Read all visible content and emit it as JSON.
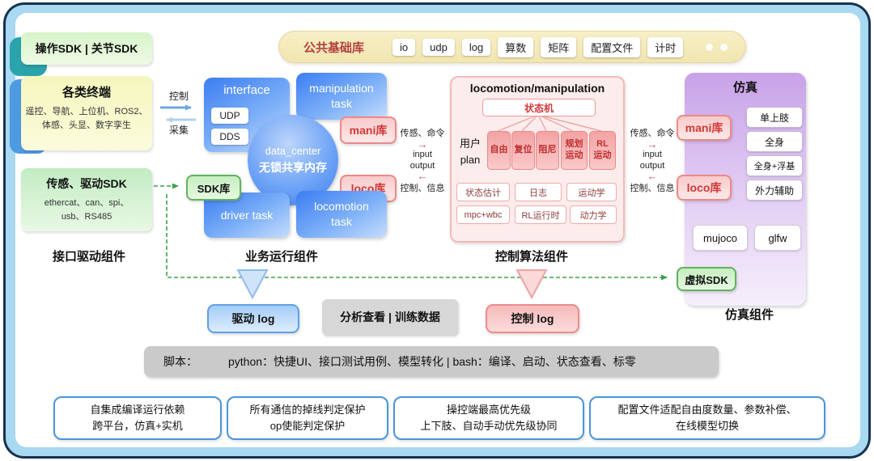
{
  "header": {
    "op_sdk_label": "操作SDK | 关节SDK",
    "common_lib": {
      "label": "公共基础库",
      "chips": [
        "io",
        "udp",
        "log",
        "算数",
        "矩阵",
        "配置文件",
        "计时"
      ]
    }
  },
  "interface_drive": {
    "terminals": {
      "title": "各类终端",
      "desc": "遥控、导航、上位机、ROS2、\n体感、头显、数字孪生"
    },
    "control_arrow_label": "控制",
    "collect_arrow_label": "采集",
    "sensor_sdk": {
      "title": "传感、驱动SDK",
      "desc": "ethercat、can、spi、\nusb、RS485"
    },
    "section_label": "接口驱动组件"
  },
  "business": {
    "interface_box": {
      "title": "interface",
      "chips": [
        "UDP",
        "DDS"
      ]
    },
    "data_center": {
      "name": "data_center",
      "subtitle": "无锁共享内存"
    },
    "driver_task": "driver task",
    "manipulation_task": "manipulation task",
    "locomotion_task": "locomotion task",
    "sdk_lib": "SDK库",
    "mani_lib": "mani库",
    "loco_lib": "loco库",
    "section_label": "业务运行组件"
  },
  "io_left": {
    "top": "传感、命令",
    "input": "input",
    "output": "output",
    "bottom": "控制、信息"
  },
  "io_right": {
    "top": "传感、命令",
    "input": "input",
    "output": "output",
    "bottom": "控制、信息"
  },
  "control_algo": {
    "title": "locomotion/manipulation",
    "state_machine": "状态机",
    "user_plan": "用户\nplan",
    "modes": [
      "自由",
      "复位",
      "阻尼",
      "规划\n运动",
      "RL\n运动"
    ],
    "modules_row1": [
      "状态估计",
      "日志",
      "运动学"
    ],
    "modules_row2": [
      "mpc+wbc",
      "RL运行时",
      "动力学"
    ],
    "section_label": "控制算法组件"
  },
  "simulation": {
    "title": "仿真",
    "mani_lib": "mani库",
    "loco_lib": "loco库",
    "modes": [
      "单上肢",
      "全身",
      "全身+浮基",
      "外力辅助"
    ],
    "engines": [
      "mujoco",
      "glfw"
    ],
    "virtual_sdk": "虚拟SDK",
    "section_label": "仿真组件"
  },
  "logs": {
    "driver_log": "驱动  log",
    "analysis": "分析查看 | 训练数据",
    "control_log": "控制  log"
  },
  "scripts": {
    "label": "脚本：",
    "content": "python：快捷UI、接口测试用例、模型转化  |  bash：编译、启动、状态查看、标零"
  },
  "features": [
    "自集成编译运行依赖\n跨平台，仿真+实机",
    "所有通信的掉线判定保护\nop使能判定保护",
    "操控端最高优先级\n上下肢、自动手动优先级协同",
    "配置文件适配自由度数量、参数补偿、\n在线模型切换"
  ],
  "icons": {
    "arrow_right": "→",
    "arrow_left": "←"
  },
  "colors": {
    "accent_red": "#d03838",
    "blue": "#4485f1",
    "green": "#3da04d",
    "pink": "#f3baba",
    "purple": "#c8a2e8",
    "frame_blue": "#a8d8f2"
  }
}
